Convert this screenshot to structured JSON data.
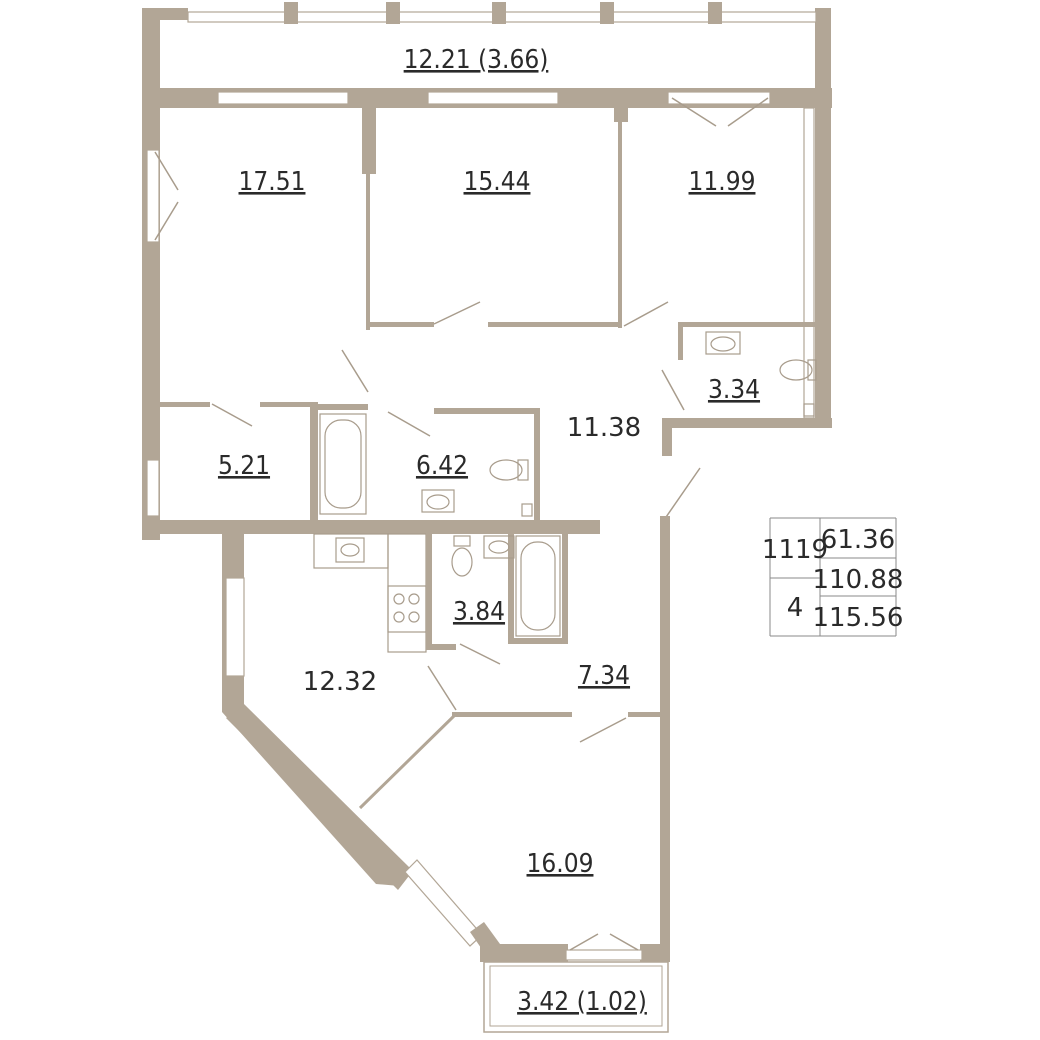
{
  "rooms": {
    "loggia_top": "12.21 (3.66)",
    "bedroom_left": "17.51",
    "bedroom_middle": "15.44",
    "bedroom_right": "11.99",
    "bathroom_right": "3.34",
    "hall": "11.38",
    "storage": "5.21",
    "bathroom_center": "6.42",
    "kitchen": "12.32",
    "bathroom_small": "3.84",
    "corridor": "7.34",
    "living_room": "16.09",
    "balcony_bottom": "3.42 (1.02)"
  },
  "info_table": {
    "apartment_number": "1119",
    "rooms_count": "4",
    "living_area": "61.36",
    "total_area": "110.88",
    "total_area_with_balconies": "115.56"
  },
  "colors": {
    "wall": "#b2a696",
    "text": "#2a2a2a"
  }
}
